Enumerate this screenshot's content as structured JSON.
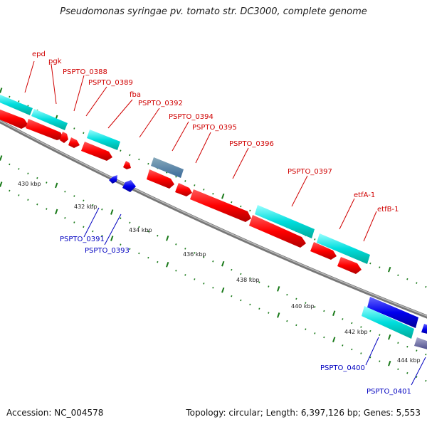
{
  "title": "Pseudomonas syringae pv. tomato str. DC3000, complete genome",
  "footer": {
    "accession": "Accession: NC_004578",
    "summary": "Topology: circular; Length: 6,397,126 bp; Genes: 5,553"
  },
  "colors": {
    "backbone": "#8a8a8a",
    "forward_cds": "#ff0000",
    "reverse_cds": "#0000ee",
    "rna_cyan": "#00dede",
    "misc_steel": "#4a78b0",
    "misc_slate": "#6a6aa8",
    "tick": "#1a7a1a",
    "label_fwd": "#d00000",
    "label_rev": "#0000c0"
  },
  "scale_labels": [
    "430 kbp",
    "432 kbp",
    "434 kbp",
    "436 kbp",
    "438 kbp",
    "440 kbp",
    "442 kbp",
    "444 kbp"
  ],
  "gene_labels_forward": [
    "epd",
    "pgk",
    "PSPTO_0388",
    "PSPTO_0389",
    "fba",
    "PSPTO_0392",
    "PSPTO_0394",
    "PSPTO_0395",
    "PSPTO_0396",
    "PSPTO_0397",
    "etfA-1",
    "etfB-1"
  ],
  "gene_labels_reverse": [
    "PSPTO_0391",
    "PSPTO_0393",
    "PSPTO_0400",
    "PSPTO_0401"
  ]
}
